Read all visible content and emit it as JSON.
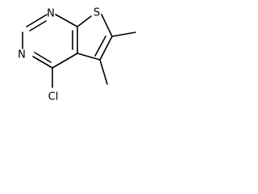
{
  "molecule": {
    "atoms": {
      "n_top": "N",
      "n_left": "N",
      "s_top": "S",
      "cl": "Cl"
    }
  }
}
